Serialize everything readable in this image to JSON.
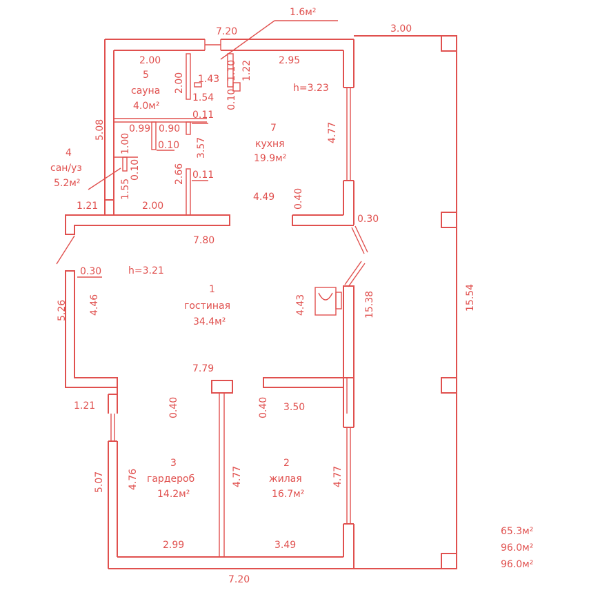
{
  "plan": {
    "top_partial": "1.6м²",
    "rooms": {
      "sauna": {
        "num": "5",
        "name": "сауна",
        "area": "4.0м²"
      },
      "kitchen": {
        "num": "7",
        "name": "кухня",
        "area": "19.9м²",
        "height": "h=3.23"
      },
      "bathroom": {
        "num": "4",
        "name": "сан/уз",
        "area": "5.2м²"
      },
      "living": {
        "num": "1",
        "name": "гостиная",
        "area": "34.4м²",
        "height": "h=3.21"
      },
      "wardrobe": {
        "num": "3",
        "name": "гардероб",
        "area": "14.2м²"
      },
      "bedroom": {
        "num": "2",
        "name": "жилая",
        "area": "16.7м²"
      }
    },
    "dims": {
      "top_width": "7.20",
      "terrace_width": "3.00",
      "sauna_w": "2.00",
      "kitchen_w": "2.95",
      "sauna_h": "2.00",
      "d_143": "1.43",
      "d_154": "1.54",
      "d_110": "1.10",
      "d_122": "1.22",
      "d_010_a": "0.10",
      "d_011_a": "0.11",
      "d_099": "0.99",
      "d_090": "0.90",
      "d_100": "1.00",
      "d_010_b": "0.10",
      "d_010_c": "0.10",
      "d_357": "3.57",
      "d_266": "2.66",
      "d_011_b": "0.11",
      "d_155": "1.55",
      "bath_w": "2.00",
      "d_508": "5.08",
      "d_477_kitchen": "4.77",
      "d_449": "4.49",
      "d_040_kitchen": "0.40",
      "d_030_right": "0.30",
      "d_121_top": "1.21",
      "d_780": "7.80",
      "d_030_left": "0.30",
      "d_526": "5.26",
      "d_446": "4.46",
      "d_443": "4.43",
      "d_1538": "15.38",
      "d_1554": "15.54",
      "d_779": "7.79",
      "d_121_bottom": "1.21",
      "d_040_w": "0.40",
      "d_040_b": "0.40",
      "d_350": "3.50",
      "d_507": "5.07",
      "d_476": "4.76",
      "d_477_mid": "4.77",
      "d_477_bed": "4.77",
      "d_299": "2.99",
      "d_349": "3.49",
      "bottom_width": "7.20"
    },
    "totals": [
      "65.3м²",
      "96.0м²",
      "96.0м²"
    ]
  },
  "colors": {
    "line": "#e0504e",
    "background": "#ffffff"
  }
}
